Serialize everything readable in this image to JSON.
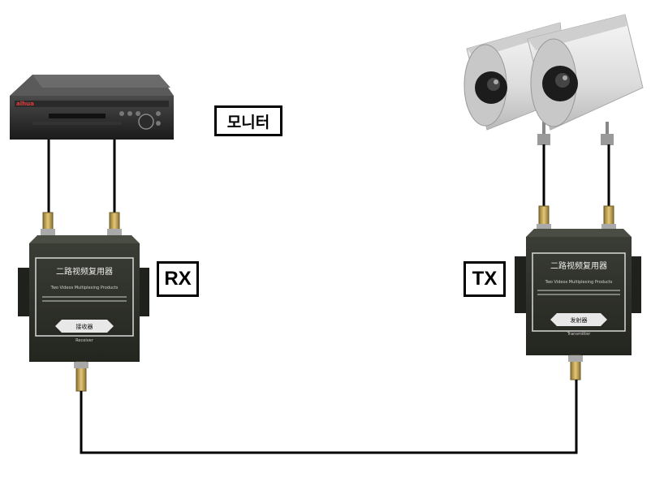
{
  "labels": {
    "monitor": "모니터",
    "rx": "RX",
    "tx": "TX"
  },
  "devices": {
    "dvr": {
      "brand": "alhua"
    },
    "rx_box": {
      "title": "二路视频复用器",
      "subtitle": "Two Videos Multiplexing Products",
      "badge": "接收器",
      "badge_en": "Receiver"
    },
    "tx_box": {
      "title": "二路视频复用器",
      "subtitle": "Two Videos Multiplexing Products",
      "badge": "发射器",
      "badge_en": "Transmitter"
    }
  },
  "colors": {
    "device_body": "#2b2d27",
    "cable": "#000000",
    "camera_body": "#e8e8e8",
    "connector_gold": "#c9a54a"
  }
}
